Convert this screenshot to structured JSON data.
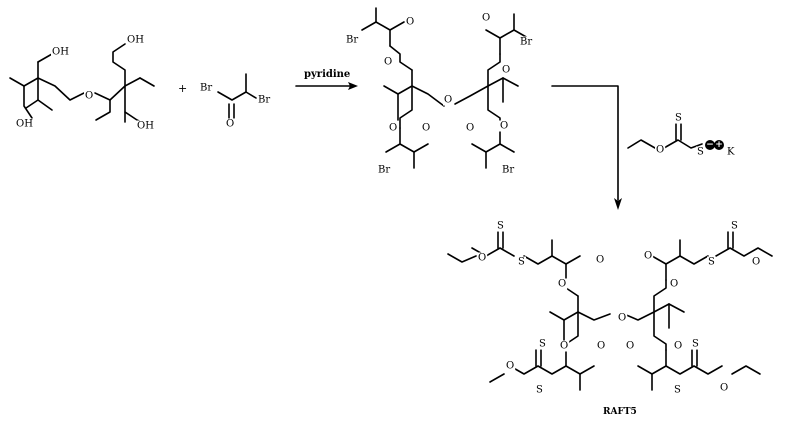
{
  "scheme": {
    "plus_sign": "+",
    "reagent_label": "pyridine",
    "product_name": "RAFT5",
    "charge_minus": "−",
    "charge_plus": "+",
    "potassium": "K"
  },
  "atoms": {
    "OH": "OH",
    "O": "O",
    "Br": "Br",
    "S": "S"
  }
}
